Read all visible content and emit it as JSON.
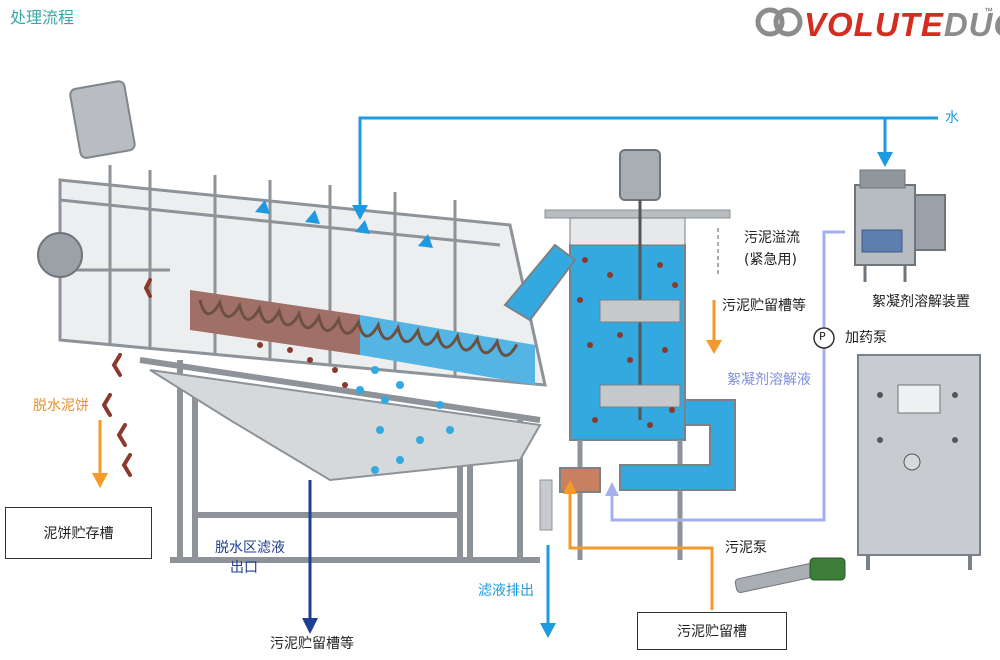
{
  "title": "处理流程",
  "logo": {
    "volute": "VOLUTE",
    "duo": "DUO",
    "tm": "™"
  },
  "labels": {
    "water": "水",
    "overflow_line1": "污泥溢流",
    "overflow_line2": "(紧急用)",
    "sludge_tank_etc_right": "污泥贮留槽等",
    "coagulant_unit": "絮凝剂溶解装置",
    "pump_symbol": "P",
    "dosing_pump": "加药泵",
    "coagulant_solution": "絮凝剂溶解液",
    "dewatered_cake": "脱水泥饼",
    "cake_storage": "泥饼贮存槽",
    "filtrate_outlet_line1": "脱水区滤液",
    "filtrate_outlet_line2": "出口",
    "sludge_tank_etc_bottom": "污泥贮留槽等",
    "filtrate_discharge": "滤液排出",
    "sludge_pump": "污泥泵",
    "sludge_tank": "污泥贮留槽"
  },
  "colors": {
    "water_line": "#1e9ae0",
    "sludge_line": "#f39a2a",
    "coagulant_line": "#a4b0ec",
    "filtrate_arrow": "#1f3f93",
    "frame": "#9aa0a6",
    "tank_water": "#34a9df",
    "sludge_particle": "#8a3a2c",
    "title": "#3aa6a6",
    "logo_red": "#d62c1f",
    "logo_gray": "#8c8c8c"
  }
}
